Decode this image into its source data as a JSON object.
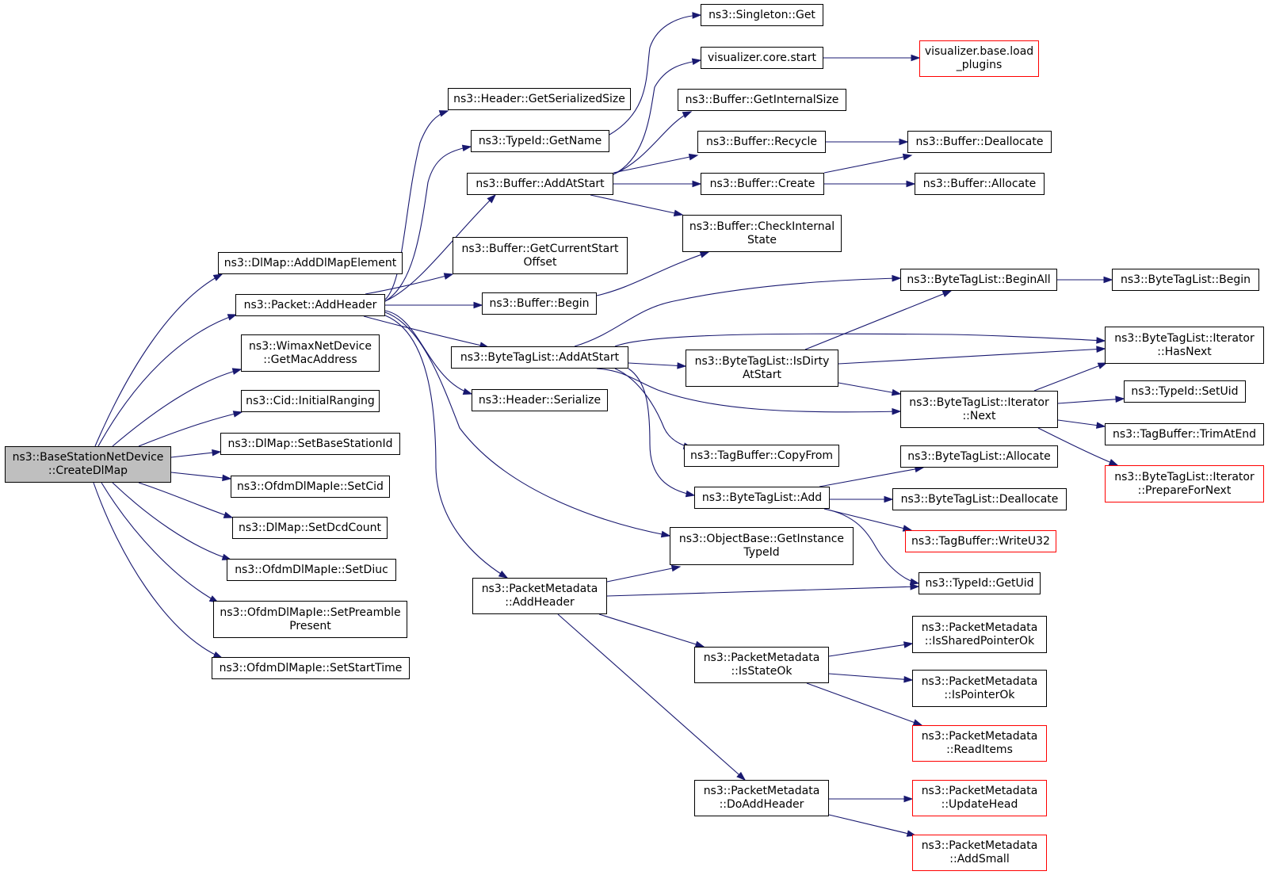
{
  "colors": {
    "edge": "#191970",
    "node_border": "#000000",
    "truncated_border": "#ff0000",
    "root_fill": "#bfbfbf"
  },
  "nodes": {
    "root": "ns3::BaseStationNetDevice\n::CreateDlMap",
    "dlmap_add": "ns3::DlMap::AddDlMapElement",
    "packet_addheader": "ns3::Packet::AddHeader",
    "wimax_getmac": "ns3::WimaxNetDevice\n::GetMacAddress",
    "cid_initial": "ns3::Cid::InitialRanging",
    "dlmap_setbs": "ns3::DlMap::SetBaseStationId",
    "ofdm_setcid": "ns3::OfdmDlMapIe::SetCid",
    "dlmap_setdcd": "ns3::DlMap::SetDcdCount",
    "ofdm_setdiuc": "ns3::OfdmDlMapIe::SetDiuc",
    "ofdm_setpreamble": "ns3::OfdmDlMapIe::SetPreamble\nPresent",
    "ofdm_setstart": "ns3::OfdmDlMapIe::SetStartTime",
    "header_getsersize": "ns3::Header::GetSerializedSize",
    "typeid_getname": "ns3::TypeId::GetName",
    "buffer_addatstart": "ns3::Buffer::AddAtStart",
    "buffer_getcurstart": "ns3::Buffer::GetCurrentStart\nOffset",
    "buffer_begin": "ns3::Buffer::Begin",
    "btl_addatstart": "ns3::ByteTagList::AddAtStart",
    "header_serialize": "ns3::Header::Serialize",
    "pm_addheader": "ns3::PacketMetadata\n::AddHeader",
    "singleton_get": "ns3::Singleton::Get",
    "vis_core_start": "visualizer.core.start",
    "buffer_getinternal": "ns3::Buffer::GetInternalSize",
    "buffer_recycle": "ns3::Buffer::Recycle",
    "buffer_create": "ns3::Buffer::Create",
    "buffer_checkinternal": "ns3::Buffer::CheckInternal\nState",
    "btl_isdirty": "ns3::ByteTagList::IsDirty\nAtStart",
    "tagbuf_copyfrom": "ns3::TagBuffer::CopyFrom",
    "btl_add": "ns3::ByteTagList::Add",
    "ob_getinstance": "ns3::ObjectBase::GetInstance\nTypeId",
    "pm_isstateok": "ns3::PacketMetadata\n::IsStateOk",
    "pm_doaddheader": "ns3::PacketMetadata\n::DoAddHeader",
    "vis_base_load": "visualizer.base.load\n_plugins",
    "buffer_dealloc": "ns3::Buffer::Deallocate",
    "buffer_alloc": "ns3::Buffer::Allocate",
    "btl_beginall": "ns3::ByteTagList::BeginAll",
    "btl_iter_next": "ns3::ByteTagList::Iterator\n::Next",
    "btl_allocate": "ns3::ByteTagList::Allocate",
    "btl_deallocate": "ns3::ByteTagList::Deallocate",
    "tagbuf_writeu32": "ns3::TagBuffer::WriteU32",
    "typeid_getuid": "ns3::TypeId::GetUid",
    "pm_issharedptr": "ns3::PacketMetadata\n::IsSharedPointerOk",
    "pm_ispointerok": "ns3::PacketMetadata\n::IsPointerOk",
    "pm_readitems": "ns3::PacketMetadata\n::ReadItems",
    "pm_updatehead": "ns3::PacketMetadata\n::UpdateHead",
    "pm_addsmall": "ns3::PacketMetadata\n::AddSmall",
    "btl_begin": "ns3::ByteTagList::Begin",
    "btl_iter_hasnext": "ns3::ByteTagList::Iterator\n::HasNext",
    "typeid_setuid": "ns3::TypeId::SetUid",
    "tagbuf_trimatend": "ns3::TagBuffer::TrimAtEnd",
    "btl_iter_prepare": "ns3::ByteTagList::Iterator\n::PrepareForNext"
  }
}
